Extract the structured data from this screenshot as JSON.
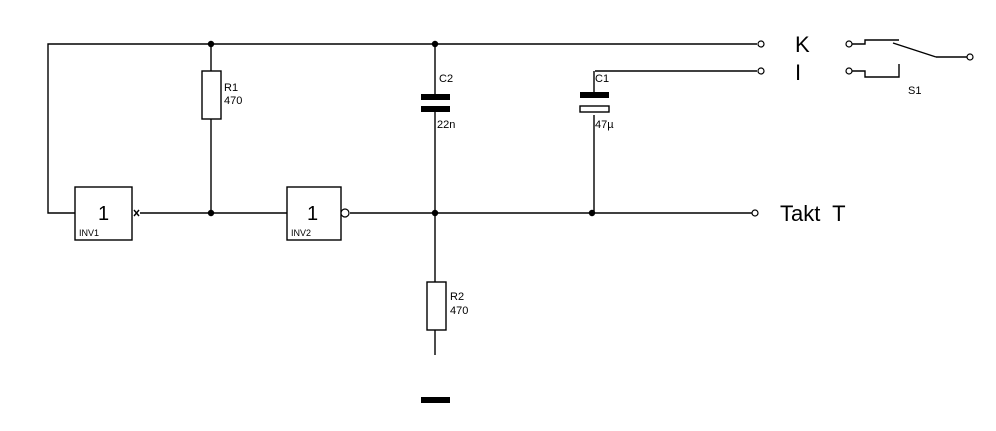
{
  "components": {
    "inv1": {
      "symbol": "1",
      "name": "INV1"
    },
    "inv2": {
      "symbol": "1",
      "name": "INV2"
    },
    "r1": {
      "name": "R1",
      "value": "470"
    },
    "r2": {
      "name": "R2",
      "value": "470"
    },
    "c1": {
      "name": "C1",
      "value": "47µ"
    },
    "c2": {
      "name": "C2",
      "value": "22n"
    },
    "s1": {
      "name": "S1"
    }
  },
  "terminals": {
    "k": "K",
    "i": "I",
    "takt": "Takt  T"
  }
}
